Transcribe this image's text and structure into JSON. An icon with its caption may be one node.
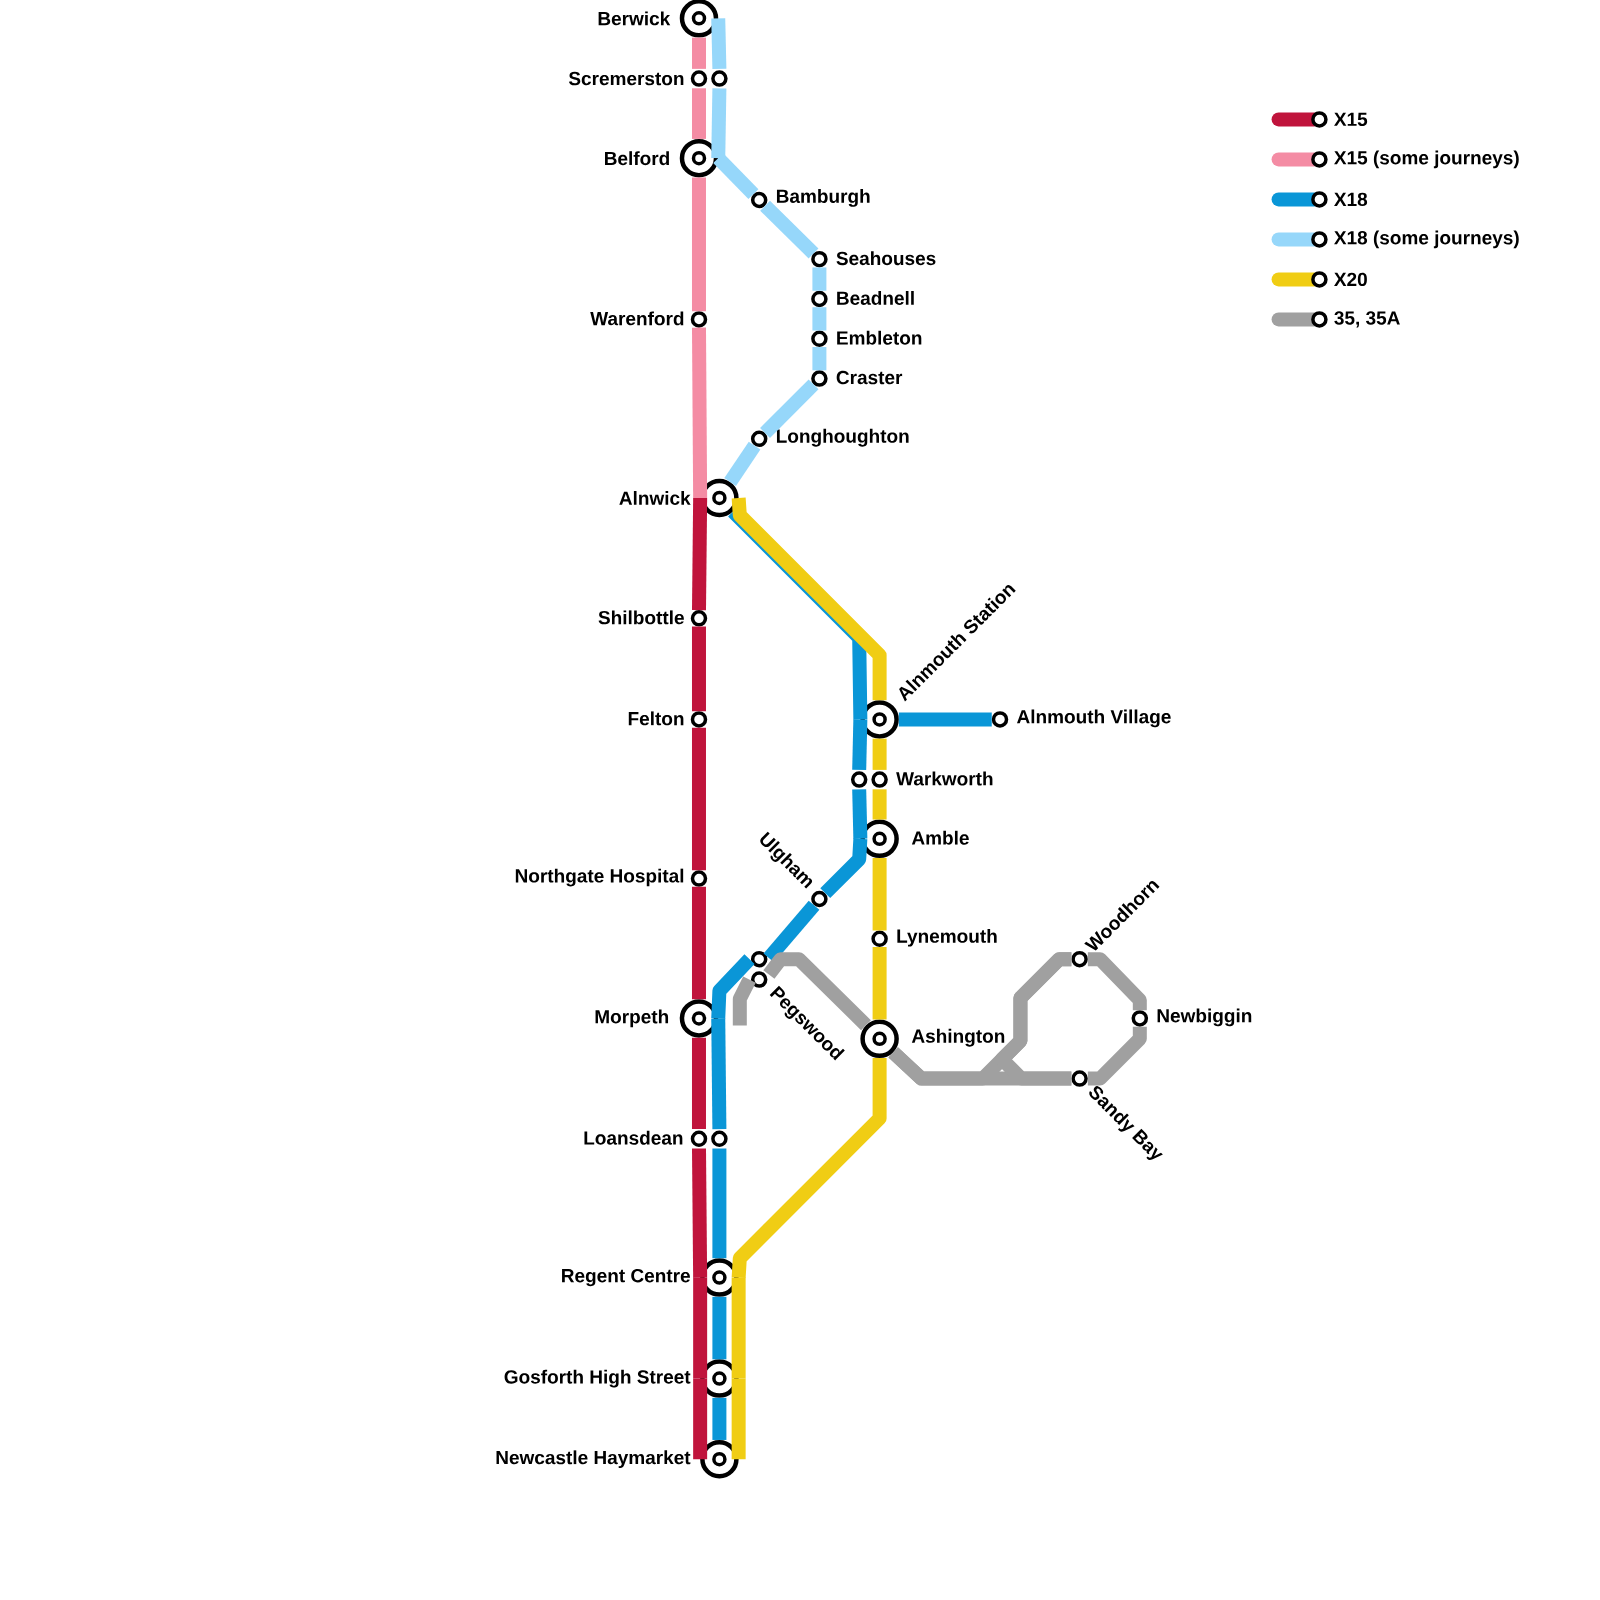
{
  "diagram": {
    "nodes": [
      {
        "text": [
          "Berwick"
        ]
      },
      {
        "text": [
          "Scremerston"
        ]
      },
      {
        "text": [
          "Belford"
        ]
      },
      {
        "text": [
          "Bamburgh"
        ]
      },
      {
        "text": [
          "Seahouses"
        ]
      },
      {
        "text": [
          "Beadnell"
        ]
      },
      {
        "text": [
          "Warenford"
        ]
      },
      {
        "text": [
          "Embleton"
        ]
      },
      {
        "text": [
          "Craster"
        ]
      },
      {
        "text": [
          "Longhoughton"
        ]
      },
      {
        "text": [
          "Alnwick"
        ]
      },
      {
        "text": [
          "Shilbottle"
        ]
      },
      {
        "text": [
          "Felton"
        ]
      },
      {
        "text": [
          "Alnmouth Station"
        ]
      },
      {
        "text": [
          "Alnmouth Village"
        ]
      },
      {
        "text": [
          "Warkworth"
        ]
      },
      {
        "text": [
          "Amble"
        ]
      },
      {
        "text": [
          "Northgate Hospital"
        ]
      },
      {
        "text": [
          "Ulgham"
        ]
      },
      {
        "text": [
          "Lynemouth"
        ]
      },
      {
        "text": [
          "Pegswood"
        ]
      },
      {
        "text": [
          "Morpeth"
        ]
      },
      {
        "text": [
          "Ashington"
        ]
      },
      {
        "text": [
          "Woodhorn"
        ]
      },
      {
        "text": [
          "Newbiggin"
        ]
      },
      {
        "text": [
          "Sandy Bay"
        ]
      },
      {
        "text": [
          "Loansdean"
        ]
      },
      {
        "text": [
          "Regent Centre"
        ]
      },
      {
        "text": [
          "Gosforth High Street"
        ]
      },
      {
        "text": [
          "Newcastle Haymarket"
        ]
      }
    ],
    "edges": [
      {
        "from": 0,
        "to": 1,
        "arrow": "none",
        "color": "#f48ca4"
      },
      {
        "from": 1,
        "to": 2,
        "arrow": "none",
        "color": "#f48ca4"
      },
      {
        "from": 2,
        "to": 6,
        "arrow": "none",
        "color": "#f48ca4"
      },
      {
        "from": 6,
        "to": 10,
        "arrow": "none",
        "color": "#f48ca4"
      },
      {
        "from": 0,
        "to": 1,
        "arrow": "none",
        "color": "#96d7fa"
      },
      {
        "from": 1,
        "to": 2,
        "arrow": "none",
        "color": "#96d7fa"
      },
      {
        "from": 2,
        "to": 3,
        "arrow": "none",
        "color": "#96d7fa"
      },
      {
        "from": 3,
        "to": 4,
        "arrow": "none",
        "color": "#96d7fa"
      },
      {
        "from": 4,
        "to": 5,
        "arrow": "none",
        "color": "#96d7fa"
      },
      {
        "from": 5,
        "to": 7,
        "arrow": "none",
        "color": "#96d7fa"
      },
      {
        "from": 7,
        "to": 8,
        "arrow": "none",
        "color": "#96d7fa"
      },
      {
        "from": 8,
        "to": 9,
        "arrow": "none",
        "color": "#96d7fa"
      },
      {
        "from": 9,
        "to": 10,
        "arrow": "none",
        "color": "#96d7fa"
      },
      {
        "from": 10,
        "to": 13,
        "arrow": "none",
        "color": "#0a96d7"
      },
      {
        "from": 13,
        "to": 14,
        "arrow": "none",
        "color": "#0a96d7"
      },
      {
        "from": 13,
        "to": 15,
        "arrow": "none",
        "color": "#0a96d7"
      },
      {
        "from": 15,
        "to": 16,
        "arrow": "none",
        "color": "#0a96d7"
      },
      {
        "from": 16,
        "to": 18,
        "arrow": "none",
        "color": "#0a96d7"
      },
      {
        "from": 18,
        "to": 20,
        "arrow": "none",
        "color": "#0a96d7"
      },
      {
        "from": 20,
        "to": 21,
        "arrow": "none",
        "color": "#0a96d7"
      },
      {
        "from": 21,
        "to": 26,
        "arrow": "none",
        "color": "#0a96d7"
      },
      {
        "from": 26,
        "to": 27,
        "arrow": "none",
        "color": "#0a96d7"
      },
      {
        "from": 27,
        "to": 28,
        "arrow": "none",
        "color": "#0a96d7"
      },
      {
        "from": 28,
        "to": 29,
        "arrow": "none",
        "color": "#0a96d7"
      },
      {
        "from": 10,
        "to": 11,
        "arrow": "none",
        "color": "#c0143c"
      },
      {
        "from": 11,
        "to": 12,
        "arrow": "none",
        "color": "#c0143c"
      },
      {
        "from": 12,
        "to": 17,
        "arrow": "none",
        "color": "#c0143c"
      },
      {
        "from": 17,
        "to": 21,
        "arrow": "none",
        "color": "#c0143c"
      },
      {
        "from": 21,
        "to": 26,
        "arrow": "none",
        "color": "#c0143c"
      },
      {
        "from": 26,
        "to": 27,
        "arrow": "none",
        "color": "#c0143c"
      },
      {
        "from": 27,
        "to": 28,
        "arrow": "none",
        "color": "#c0143c"
      },
      {
        "from": 28,
        "to": 29,
        "arrow": "none",
        "color": "#c0143c"
      },
      {
        "from": 10,
        "to": 13,
        "arrow": "none",
        "color": "#f0cd14"
      },
      {
        "from": 13,
        "to": 15,
        "arrow": "none",
        "color": "#f0cd14"
      },
      {
        "from": 15,
        "to": 16,
        "arrow": "none",
        "color": "#f0cd14"
      },
      {
        "from": 16,
        "to": 19,
        "arrow": "none",
        "color": "#f0cd14"
      },
      {
        "from": 19,
        "to": 22,
        "arrow": "none",
        "color": "#f0cd14"
      },
      {
        "from": 22,
        "to": 27,
        "arrow": "none",
        "color": "#f0cd14"
      },
      {
        "from": 27,
        "to": 28,
        "arrow": "none",
        "color": "#f0cd14"
      },
      {
        "from": 28,
        "to": 29,
        "arrow": "none",
        "color": "#f0cd14"
      },
      {
        "from": 20,
        "to": null,
        "arrow": "none",
        "color": "#a0a0a0"
      },
      {
        "from": 20,
        "to": 22,
        "arrow": "none",
        "color": "#a0a0a0"
      },
      {
        "from": 22,
        "to": 25,
        "arrow": "none",
        "color": "#a0a0a0"
      },
      {
        "from": 25,
        "to": 24,
        "arrow": "none",
        "color": "#a0a0a0"
      },
      {
        "from": 24,
        "to": 23,
        "arrow": "none",
        "color": "#a0a0a0"
      },
      {
        "from": 23,
        "to": 22,
        "arrow": "none",
        "color": "#a0a0a0"
      },
      {
        "from": 23,
        "to": 25,
        "arrow": "none",
        "color": "#a0a0a0"
      }
    ],
    "legend": [
      {
        "text": "X15",
        "color": "#c0143c"
      },
      {
        "text": "X15 (some journeys)",
        "color": "#f48ca4"
      },
      {
        "text": "X18",
        "color": "#0a96d7"
      },
      {
        "text": "X18 (some journeys)",
        "color": "#96d7fa"
      },
      {
        "text": "X20",
        "color": "#f0cd14"
      },
      {
        "text": "35, 35A",
        "color": "#a0a0a0"
      }
    ]
  }
}
